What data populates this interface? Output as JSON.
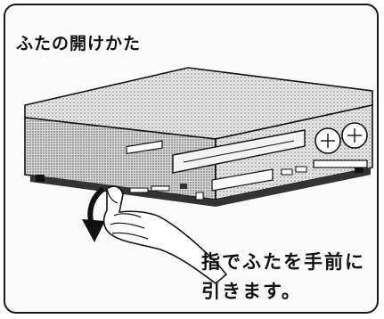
{
  "title": "ふたの開けかた",
  "caption": {
    "line1": "指でふたを手前に",
    "line2": "引きます。"
  },
  "illustration": {
    "device": "vcr-icon",
    "hand": "hand-icon",
    "arrow": "curved-down-arrow-icon"
  }
}
